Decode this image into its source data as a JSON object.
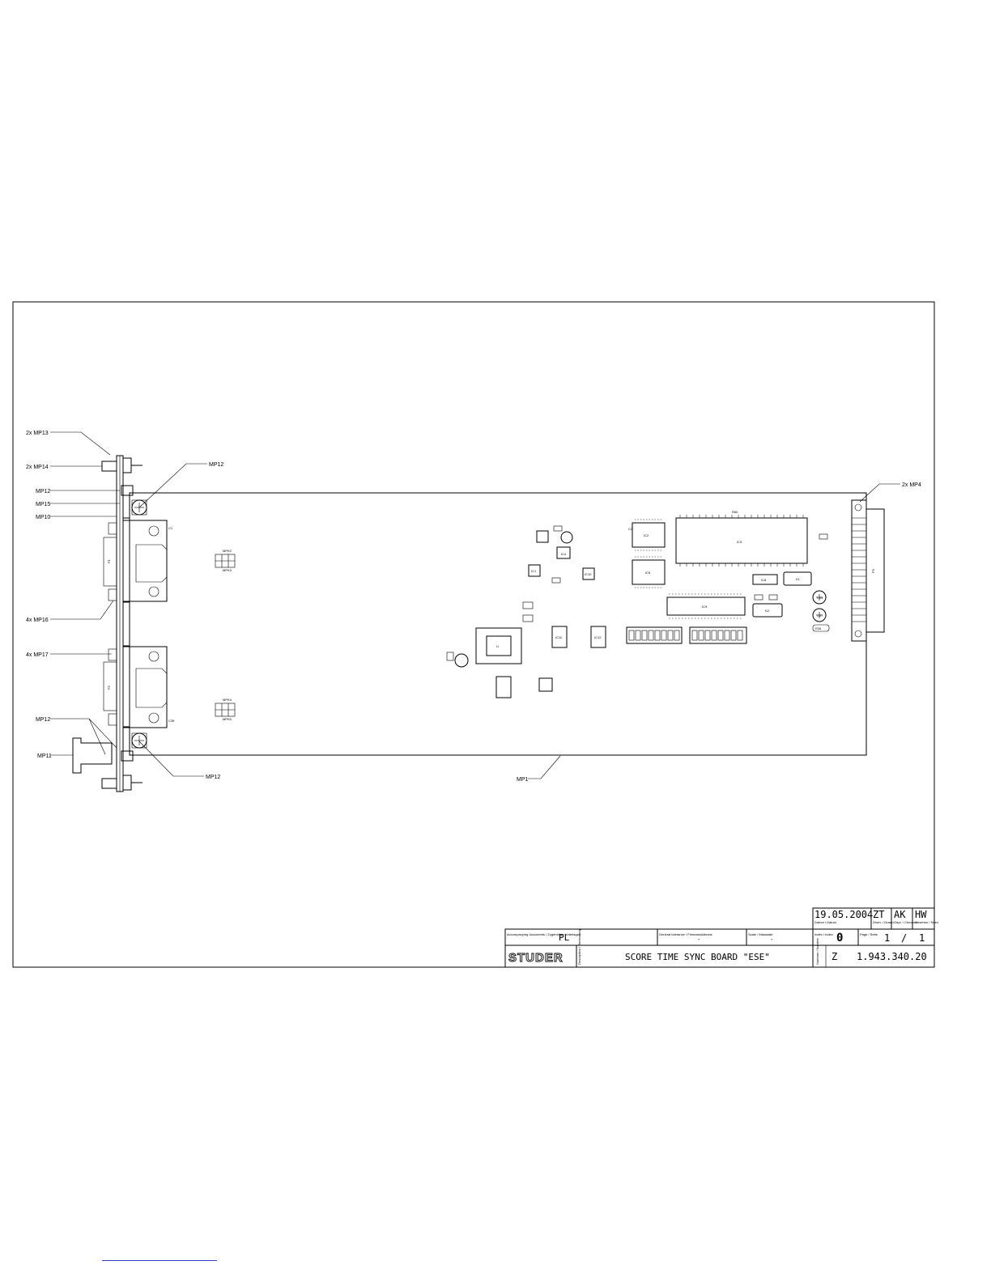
{
  "callouts": {
    "mp13": "2x MP13",
    "mp14": "2x MP14",
    "mp12_top": "MP12",
    "mp15": "MP15",
    "mp10": "MP10",
    "mp12_right_top": "MP12",
    "mp16": "4x MP16",
    "mp17": "4x MP17",
    "mp12_low": "MP12",
    "mp11": "MP11",
    "mp12_right_bottom": "MP12",
    "mp1": "MP1",
    "mp4": "2x MP4"
  },
  "board_labels": {
    "p1": "P1",
    "p2": "P2",
    "p3": "P3",
    "ic1": "IC1",
    "ic2": "IC2",
    "ic3": "IC3",
    "ic4": "IC4",
    "ic5": "IC5",
    "ic8": "IC8",
    "ic9": "IC9",
    "ic10": "IC10",
    "ic11": "IC11",
    "ic12": "IC12",
    "u": "U",
    "k1": "K1",
    "k2": "K2",
    "c1": "C1",
    "c2": "C2",
    "c23": "C23",
    "c27": "C27",
    "c39": "C39",
    "mpk2": "MPK2",
    "mpk3": "MPK3",
    "mpk4": "MPK4",
    "mpk5": "MPK5",
    "r26": "R26",
    "r60": "R60"
  },
  "title_block": {
    "date": "19.05.2004",
    "drawn_by": "ZT",
    "checked_by": "AK",
    "seen_by": "HW",
    "cap_date": "Datum / Datum",
    "cap_drawn": "Zeich. / Drawn",
    "cap_checked": "Gepr. / Checked",
    "cap_seen": "Gesehen / Seen",
    "accompanying_caption": "Accompanying documents / Zugehörige Unterlagen",
    "accompanying": "PL",
    "general_tolerance_caption": "General tolerance / Freimasstoleranz",
    "general_tolerance": "-",
    "scale_caption": "Scale / Massstab",
    "scale": "-",
    "index_caption": "Index / Index",
    "index": "0",
    "page_caption": "Page / Seite",
    "page_current": "1",
    "page_sep": "/",
    "page_total": "1",
    "logo": "STUDER",
    "description_caption": "Description / Benennung",
    "title": "SCORE TIME SYNC BOARD \"ESE\"",
    "number_caption": "Nummer / Number",
    "doc_type": "Z",
    "drawing_number": "1.943.340.20"
  }
}
